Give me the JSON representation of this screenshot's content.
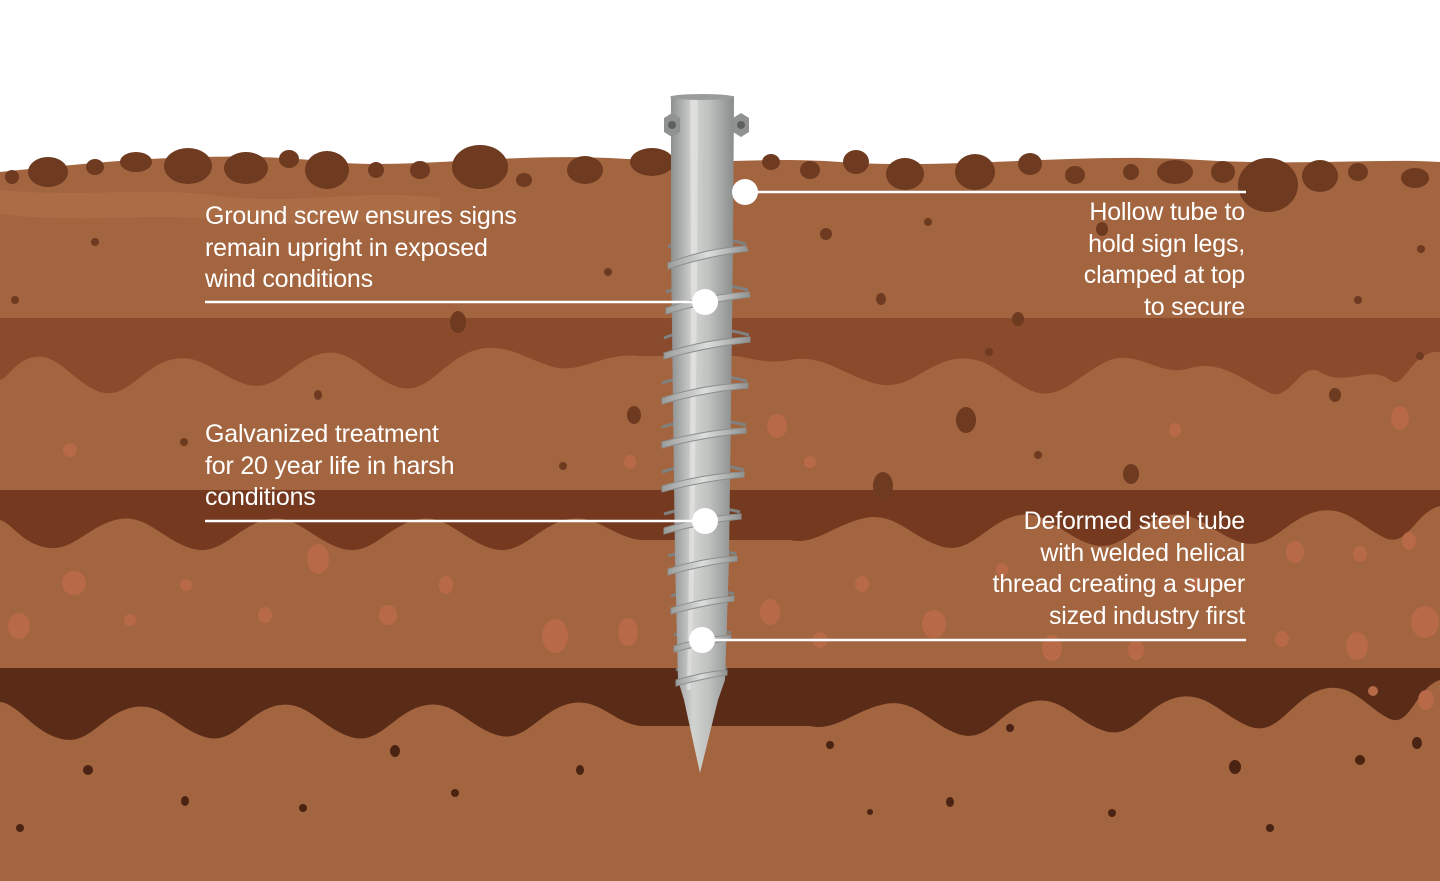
{
  "colors": {
    "background": "#ffffff",
    "soil_top": "#a3653f",
    "soil_mid": "#8a4a2c",
    "soil_deep": "#74391f",
    "soil_bottom": "#5a2b17",
    "rock": "#6e3a20",
    "steel": "#b9bbb9",
    "label_text": "#ffffff",
    "leader_line": "#ffffff"
  },
  "callouts": [
    {
      "id": "ground-screw-purpose",
      "side": "left",
      "lines": [
        "Ground screw ensures signs",
        "remain upright in exposed",
        "wind conditions"
      ]
    },
    {
      "id": "galvanized-treatment",
      "side": "left",
      "lines": [
        "Galvanized treatment",
        "for 20 year life in harsh",
        "conditions"
      ]
    },
    {
      "id": "hollow-tube",
      "side": "right",
      "lines": [
        "Hollow tube to",
        "hold sign legs,",
        "clamped at top",
        "to secure"
      ]
    },
    {
      "id": "helical-thread",
      "side": "right",
      "lines": [
        "Deformed steel tube",
        "with welded helical",
        "thread creating a super",
        "sized industry first"
      ]
    }
  ]
}
